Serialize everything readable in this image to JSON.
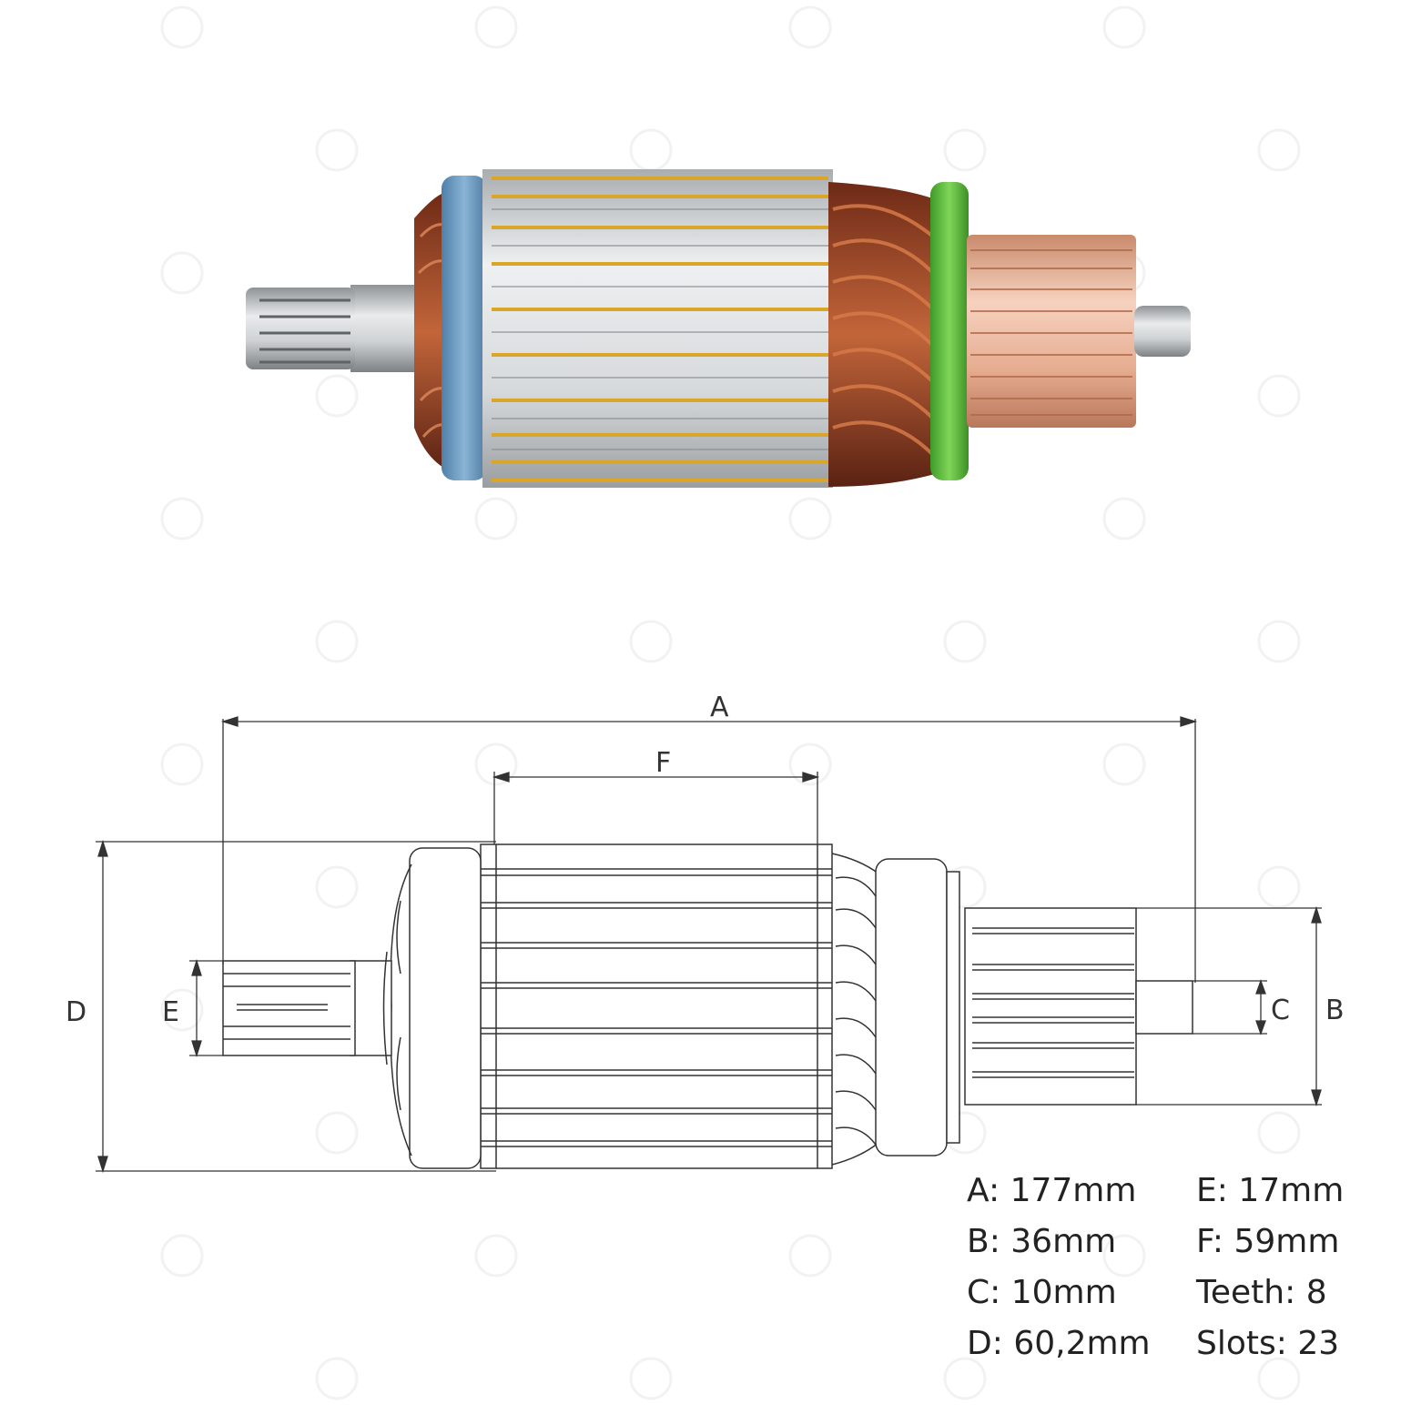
{
  "dimensions": {
    "A": "A",
    "B": "B",
    "C": "C",
    "D": "D",
    "E": "E",
    "F": "F"
  },
  "specs": {
    "left": [
      {
        "label": "A",
        "value": "177mm"
      },
      {
        "label": "B",
        "value": "36mm"
      },
      {
        "label": "C",
        "value": "10mm"
      },
      {
        "label": "D",
        "value": "60,2mm"
      }
    ],
    "right": [
      {
        "label": "E",
        "value": "17mm"
      },
      {
        "label": "F",
        "value": "59mm"
      },
      {
        "label": "Teeth",
        "value": "8"
      },
      {
        "label": "Slots",
        "value": "23"
      }
    ]
  },
  "colors": {
    "copper": "#b35a2c",
    "steel": "#cfd2d4",
    "blue_insulator": "#6f9fc6",
    "green_insulator": "#5cbf3b",
    "commutator": "#e8b49a",
    "line": "#333333"
  }
}
